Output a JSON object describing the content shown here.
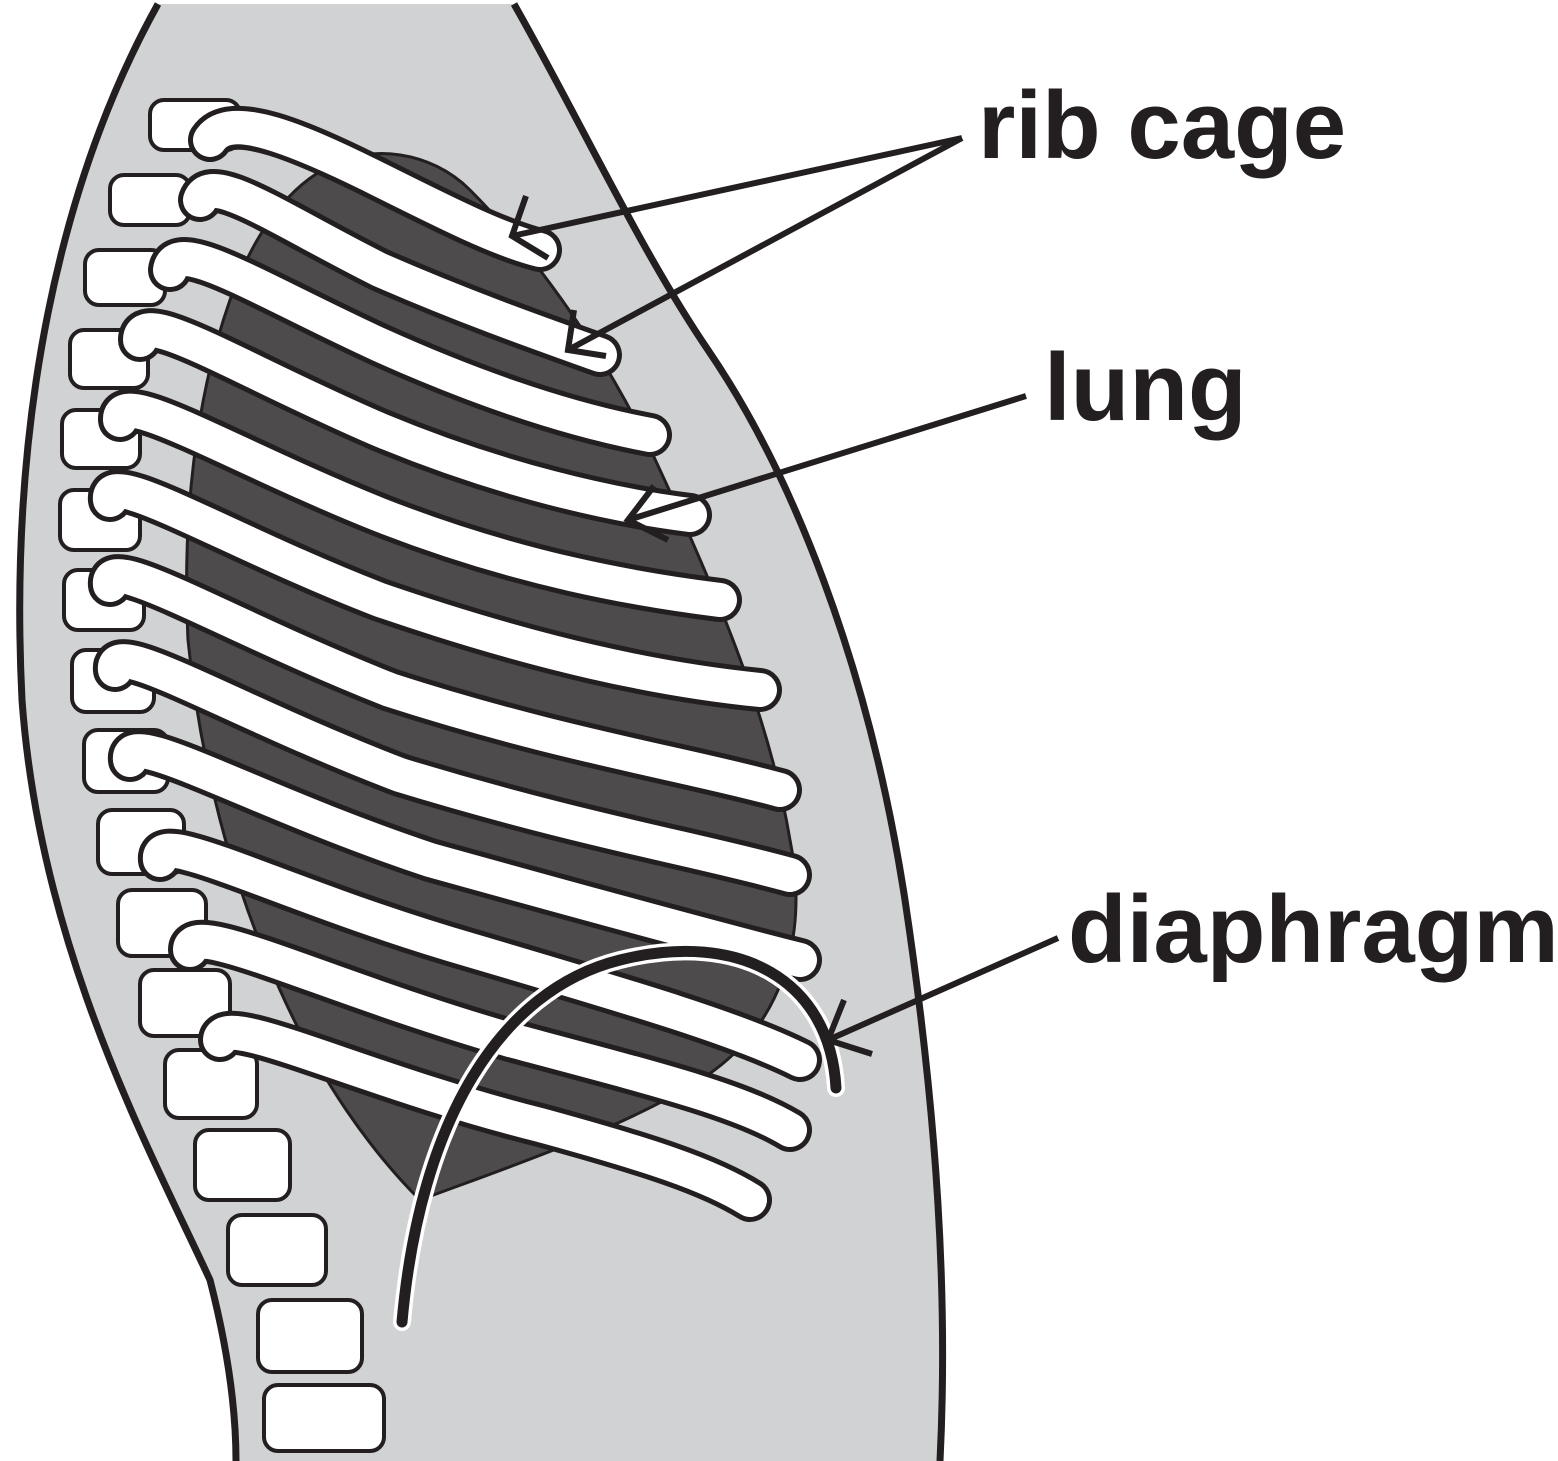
{
  "labels": {
    "rib_cage": "rib cage",
    "lung": "lung",
    "diaphragm": "diaphragm"
  },
  "colors": {
    "body": "#d1d2d4",
    "lung": "#4d4b4c",
    "bone": "#ffffff",
    "outline": "#231f20"
  },
  "icons": {
    "torso": "torso-outline-icon",
    "lung": "lung-icon",
    "spine": "spine-icon",
    "ribs": "rib-cage-icon",
    "diaphragm": "diaphragm-curve-icon"
  }
}
